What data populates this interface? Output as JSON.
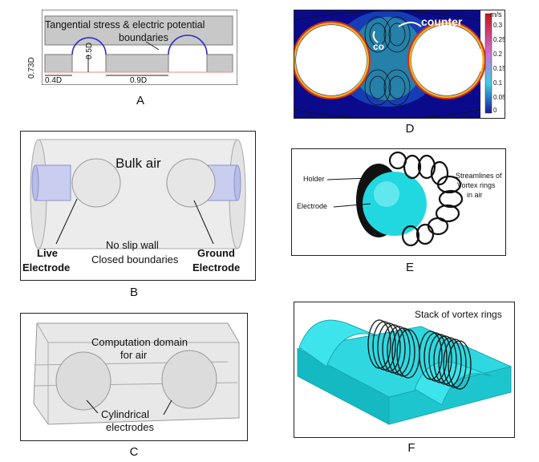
{
  "panels": {
    "A": {
      "label": "A",
      "title_line1": "Tangential stress & electric potential",
      "title_line2": "boundaries",
      "dim_073": "0.73D",
      "dim_05": "0.5D",
      "dim_04": "0.4D",
      "dim_09": "0.9D"
    },
    "B": {
      "label": "B",
      "bulk": "Bulk air",
      "live_1": "Live",
      "live_2": "Electrode",
      "ground_1": "Ground",
      "ground_2": "Electrode",
      "wall_1": "No slip wall",
      "wall_2": "Closed boundaries"
    },
    "C": {
      "label": "C",
      "domain_1": "Computation domain",
      "domain_2": "for air",
      "cyl_1": "Cylindrical",
      "cyl_2": "electrodes"
    },
    "D": {
      "label": "D",
      "counter": "counter",
      "co": "co",
      "unit": "m/s",
      "ticks": [
        "0.3",
        "0.25",
        "0.2",
        "0.15",
        "0.1",
        "0.05",
        "0"
      ]
    },
    "E": {
      "label": "E",
      "holder": "Holder",
      "electrode": "Electrode",
      "stream_1": "Streamlines of",
      "stream_2": "Vortex rings",
      "stream_3": "in air"
    },
    "F": {
      "label": "F",
      "stack": "Stack of vortex rings"
    }
  },
  "colors": {
    "gray_block": "#c8c8c8",
    "blue_arc": "#2a2acc",
    "cyan": "#22d8e0",
    "navy": "#0a0a8c"
  }
}
